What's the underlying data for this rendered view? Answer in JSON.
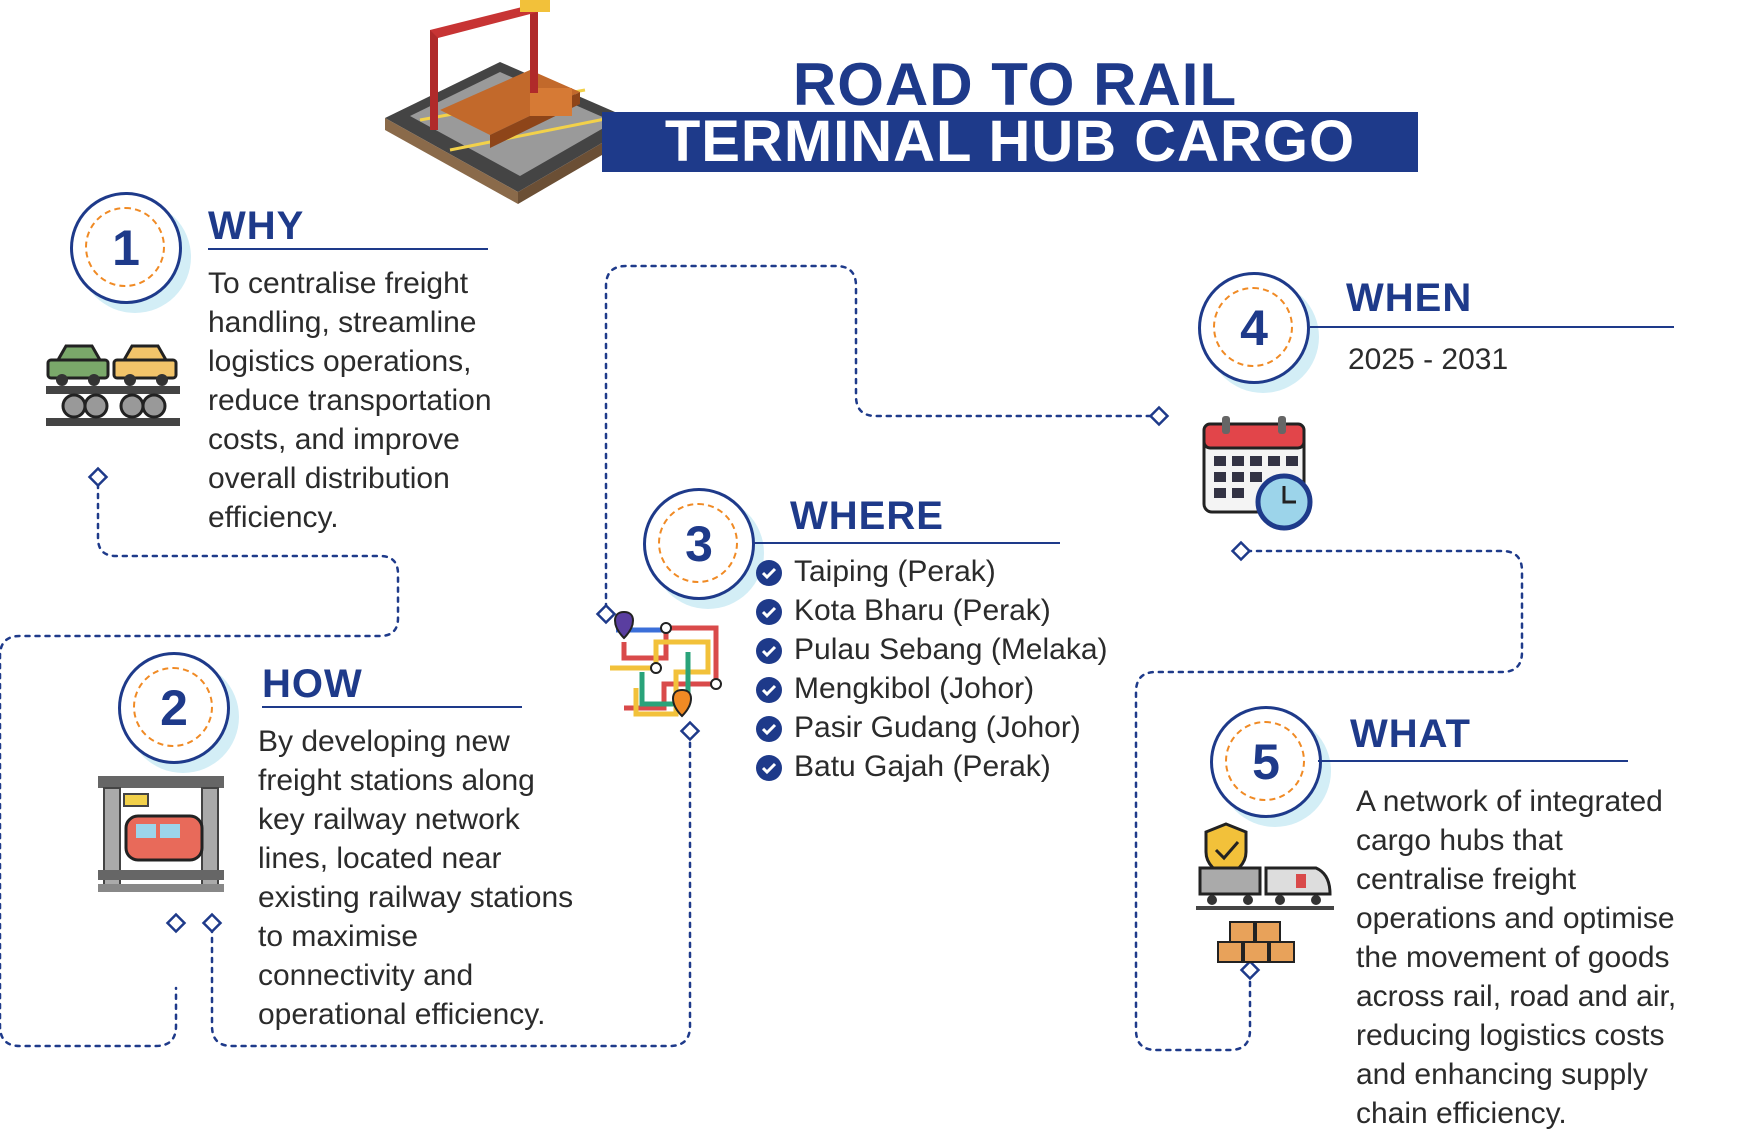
{
  "header": {
    "title_line1": "ROAD TO RAIL",
    "title_line2": "TERMINAL HUB CARGO"
  },
  "sections": [
    {
      "num": "1",
      "heading": "WHY",
      "text": "To centralise freight\nhandling, streamline\nlogistics operations,\nreduce transportation\ncosts, and improve\noverall distribution\nefficiency.",
      "icon": "car-carrier-icon"
    },
    {
      "num": "2",
      "heading": "HOW",
      "text": "By developing new\nfreight stations along\nkey railway network\nlines, located near\nexisting railway stations\nto maximise\nconnectivity and\noperational efficiency.",
      "icon": "train-station-icon"
    },
    {
      "num": "3",
      "heading": "WHERE",
      "locations": [
        "Taiping (Perak)",
        "Kota Bharu (Perak)",
        "Pulau Sebang (Melaka)",
        "Mengkibol (Johor)",
        "Pasir Gudang (Johor)",
        "Batu Gajah (Perak)"
      ],
      "icon": "route-map-icon"
    },
    {
      "num": "4",
      "heading": "WHEN",
      "text": "2025 - 2031",
      "icon": "calendar-clock-icon"
    },
    {
      "num": "5",
      "heading": "WHAT",
      "text": "A network of integrated\ncargo hubs that\ncentralise freight\noperations and optimise\nthe movement of goods\nacross rail, road and air,\nreducing logistics costs\nand enhancing supply\nchain efficiency.",
      "icon": "cargo-train-icon"
    }
  ],
  "colors": {
    "primary": "#1e3a8a",
    "accent": "#f08a24",
    "shadow": "#d3eef6"
  }
}
